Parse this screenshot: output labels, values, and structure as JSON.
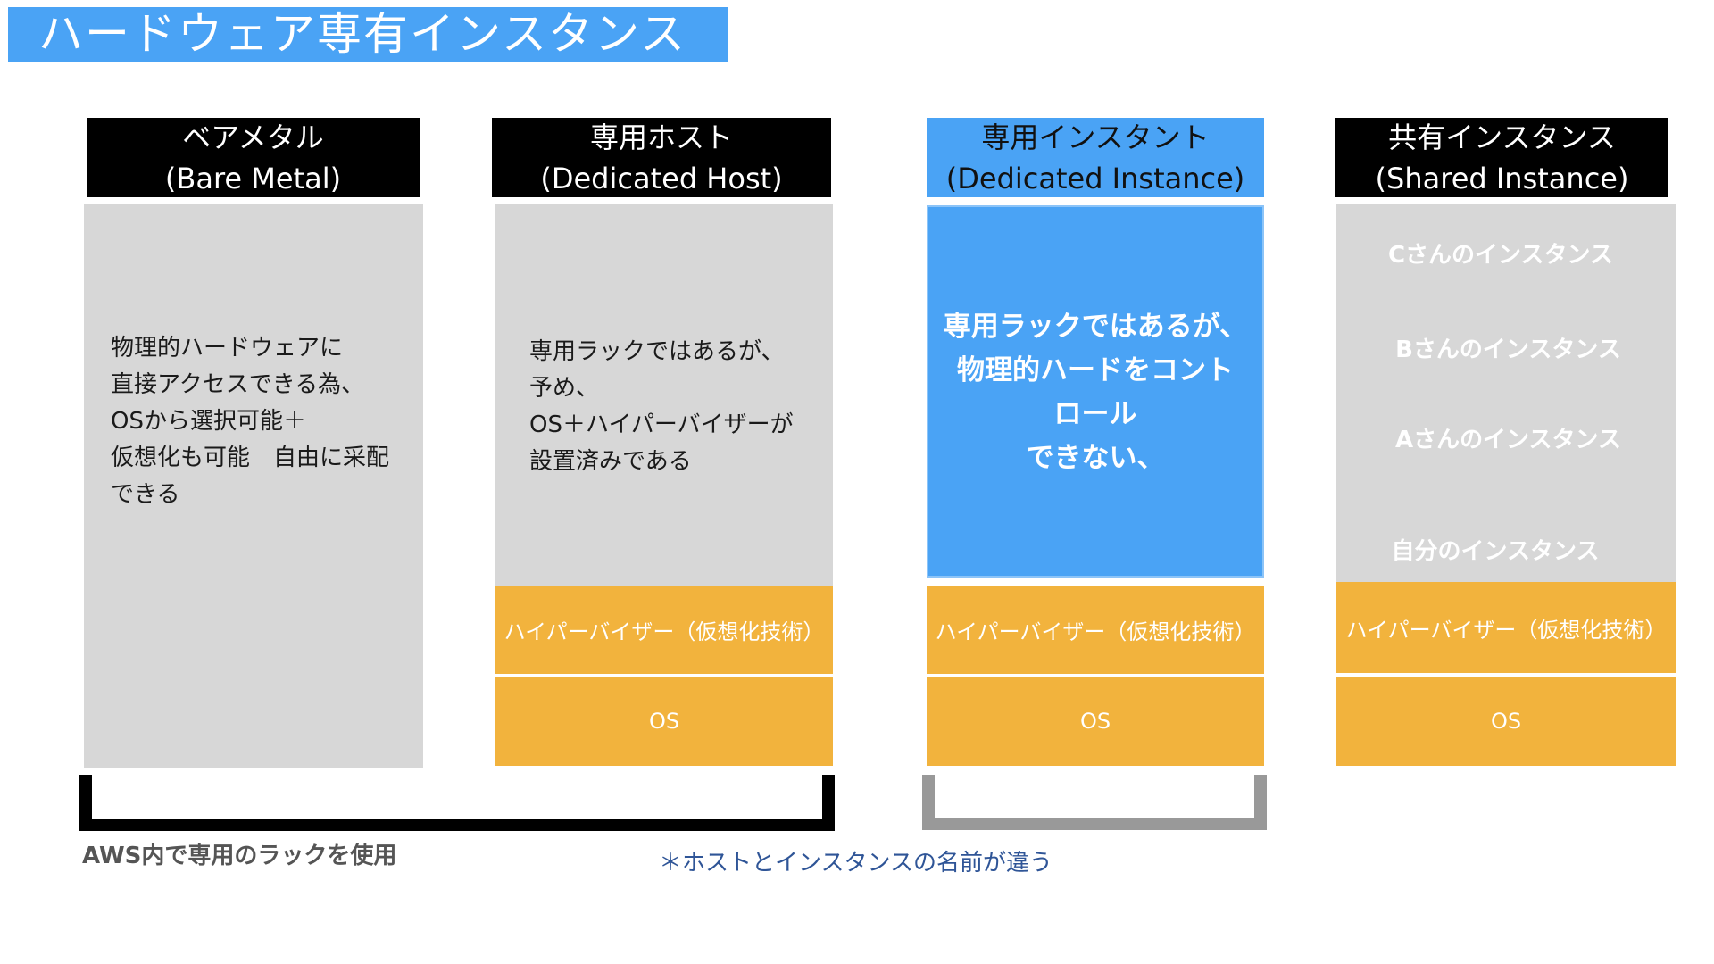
{
  "title": "ハードウェア専有インスタンス",
  "columns": [
    {
      "header_line1": "ベアメタル",
      "header_line2": "(Bare Metal)"
    },
    {
      "header_line1": "専用ホスト",
      "header_line2": "(Dedicated Host)"
    },
    {
      "header_line1": "専用インスタント",
      "header_line2": "(Dedicated Instance)"
    },
    {
      "header_line1": "共有インスタンス",
      "header_line2": "(Shared Instance)"
    }
  ],
  "bare_metal_desc": [
    "物理的ハードウェアに",
    "直接アクセスできる為、",
    "OSから選択可能＋",
    "仮想化も可能　自由に采配",
    "できる"
  ],
  "dedicated_host_desc": [
    "専用ラックではあるが、",
    "予め、",
    "OS＋ハイパーバイザーが",
    "設置済みである"
  ],
  "dedicated_instance_desc": [
    "専用ラックではあるが、",
    "物理的ハードをコント",
    "ロール",
    "できない、"
  ],
  "shared_instances": [
    "Cさんのインスタンス",
    "Bさんのインスタンス",
    "Aさんのインスタンス",
    "自分のインスタンス"
  ],
  "hypervisor_label": "ハイパーバイザー（仮想化技術）",
  "os_label": "OS",
  "bracket_black_caption": "AWS内で専用のラックを使用",
  "note": "＊ホストとインスタンスの名前が違う",
  "colors": {
    "title_bg": "#4aa3f5",
    "grey": "#d7d7d7",
    "orange": "#f2b33d",
    "blue": "#4aa3f5",
    "note_text": "#2f5597"
  }
}
